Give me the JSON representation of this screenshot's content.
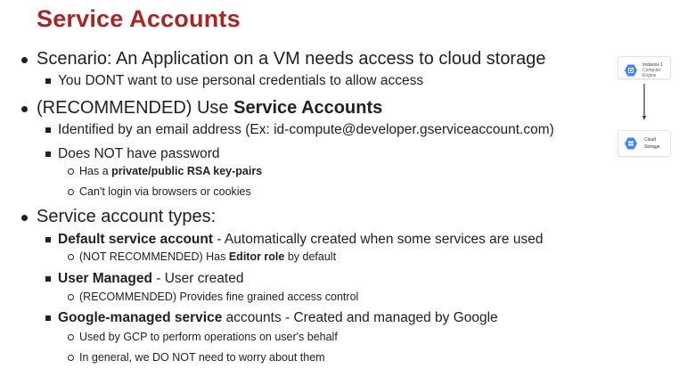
{
  "title": "Service Accounts",
  "bullets": {
    "scenario": "Scenario: An Application on a VM needs access to cloud storage",
    "scenario_sub": "You DONT want to use personal credentials to allow access",
    "recommended_pre": "(RECOMMENDED) Use ",
    "recommended_bold": "Service Accounts",
    "identified": "Identified by an email address (Ex: id-compute@developer.gserviceaccount.com)",
    "no_password": "Does NOT have password",
    "has_pre": "Has a ",
    "has_bold": "private/public RSA key-pairs",
    "cant_login": "Can't login via browsers or cookies",
    "types": "Service account types:",
    "default_bold": "Default service account",
    "default_rest": " - Automatically created when some services are used",
    "default_sub_pre": "(NOT RECOMMENDED) Has ",
    "default_sub_bold": "Editor role",
    "default_sub_post": " by default",
    "user_bold": "User Managed",
    "user_rest": " - User created",
    "user_sub": "(RECOMMENDED) Provides fine grained access control",
    "google_bold": "Google-managed service",
    "google_rest": " accounts - Created and managed by Google",
    "google_sub1": "Used by GCP to perform operations on user's behalf",
    "google_sub2": "In general, we DO NOT need to worry about them"
  },
  "diagram": {
    "instance_title": "Instance 1",
    "instance_sub": "Compute Engine",
    "storage_title": "Cloud",
    "storage_sub": "Storage",
    "icon_color": "#4285f4"
  }
}
